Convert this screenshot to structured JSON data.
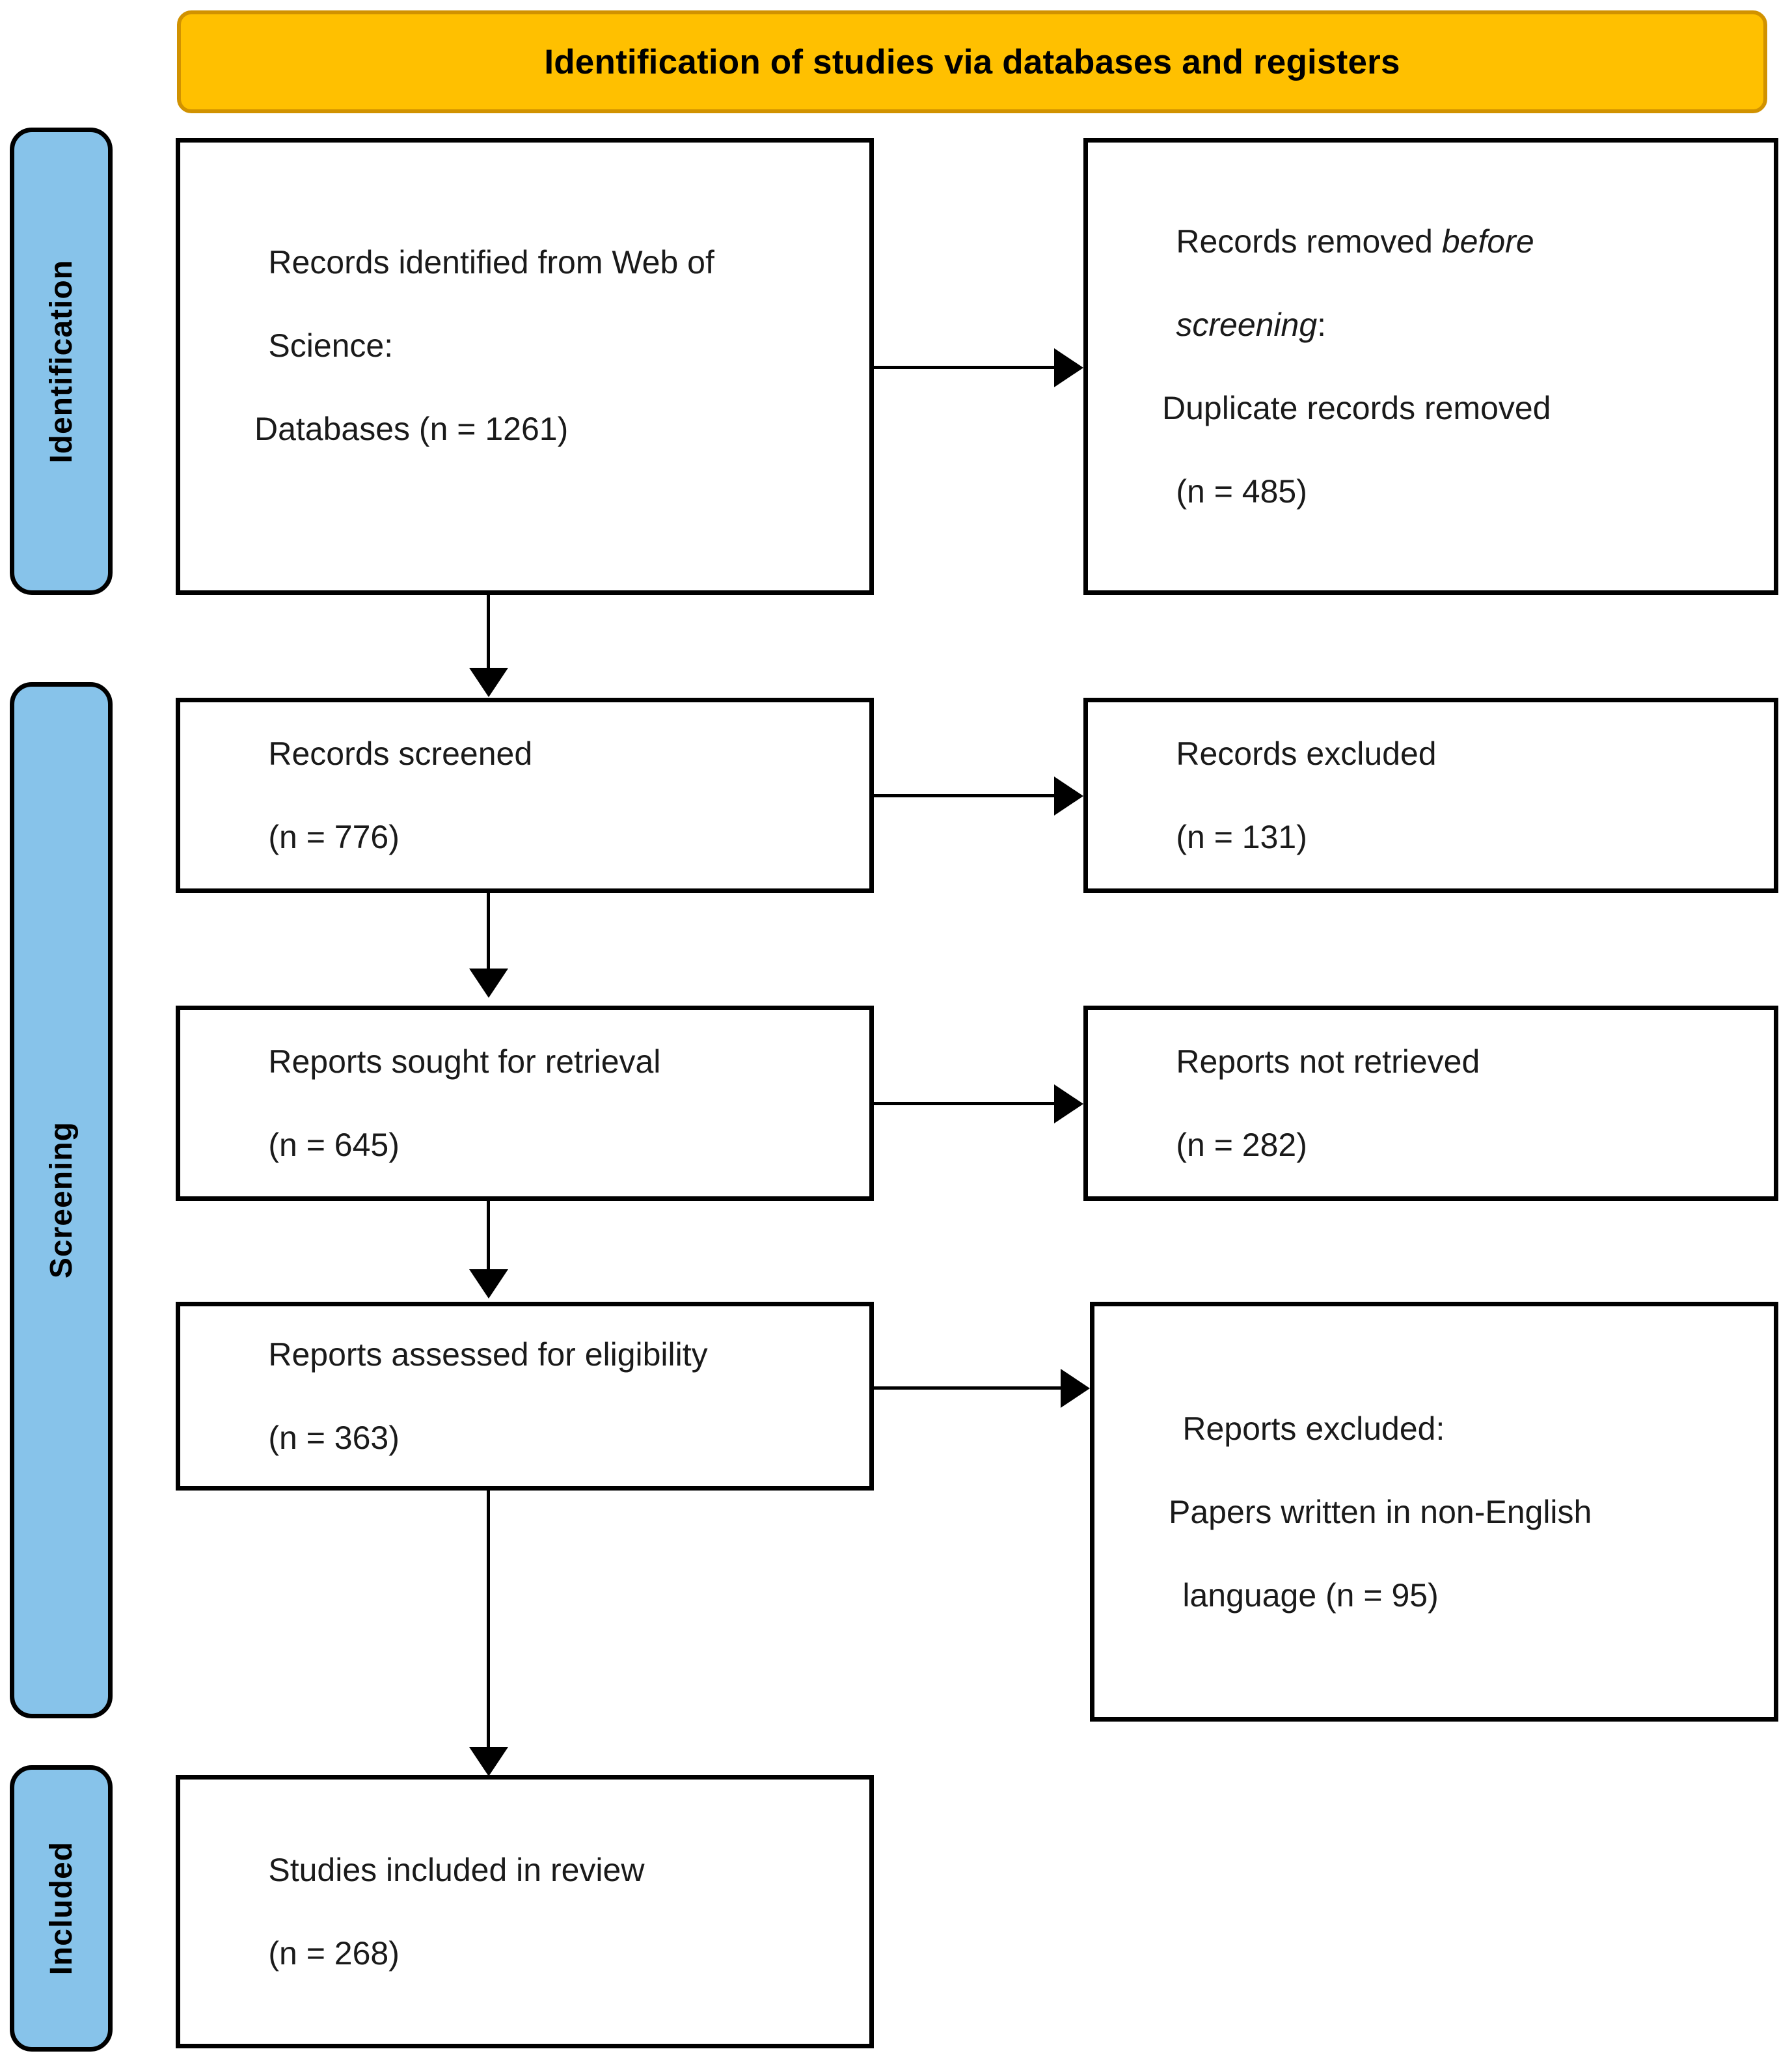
{
  "diagram": {
    "title": "Identification of studies via databases and registers",
    "type": "PRISMA flow diagram",
    "colors": {
      "header_fill": "#FFC000",
      "header_border": "#D19200",
      "stage_fill": "#87C3EA",
      "box_border": "#000000",
      "box_fill": "#FFFFFF",
      "text": "#000000"
    }
  },
  "stages": [
    {
      "id": "identification",
      "label": "Identification"
    },
    {
      "id": "screening",
      "label": "Screening"
    },
    {
      "id": "included",
      "label": "Included"
    }
  ],
  "boxes": {
    "records_identified": {
      "line1": "Records identified from Web of",
      "line2": "Science:",
      "line3": "Databases (n = 1261)",
      "count": 1261,
      "source": "Web of Science"
    },
    "records_removed": {
      "line1_plain": "Records removed ",
      "line1_italic": "before",
      "line2_italic": "screening",
      "line2_plain": ":",
      "line3": "Duplicate records removed",
      "line4": "(n = 485)",
      "count": 485
    },
    "records_screened": {
      "line1": "Records screened",
      "line2": "(n = 776)",
      "count": 776
    },
    "records_excluded": {
      "line1": "Records excluded",
      "line2": "(n = 131)",
      "count": 131
    },
    "reports_sought": {
      "line1": "Reports sought for retrieval",
      "line2": "(n = 645)",
      "count": 645
    },
    "reports_not_retrieved": {
      "line1": "Reports not retrieved",
      "line2": "(n = 282)",
      "count": 282
    },
    "reports_assessed": {
      "line1": "Reports assessed for eligibility",
      "line2": "(n = 363)",
      "count": 363
    },
    "reports_excluded": {
      "line1": "Reports excluded:",
      "line2": "Papers written in non-English",
      "line3": "language (n = 95)",
      "count": 95
    },
    "studies_included": {
      "line1": "Studies included in review",
      "line2": "(n = 268)",
      "count": 268
    }
  }
}
